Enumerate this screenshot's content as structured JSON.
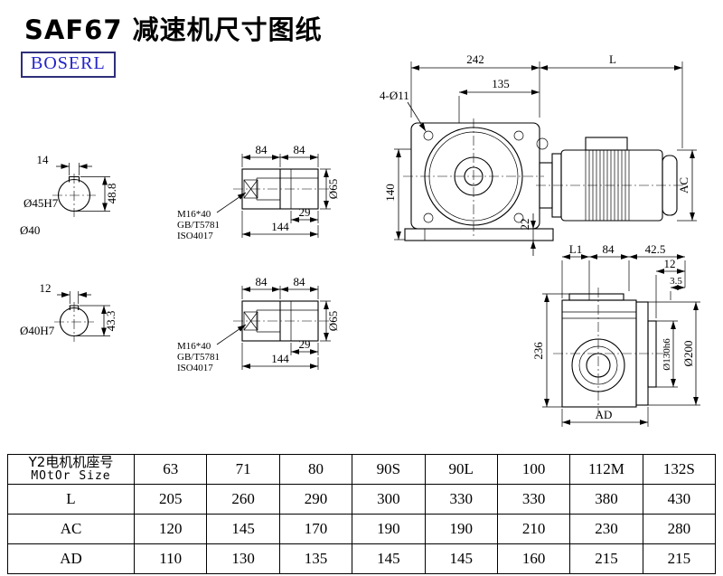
{
  "page": {
    "title": "SAF67 减速机尺寸图纸",
    "logo": "BOSERL"
  },
  "front_view": {
    "dim_width": "242",
    "dim_motor_len": "L",
    "dim_flange": "135",
    "bolt_note": "4-Ø11",
    "dim_height": "140",
    "dim_motor_dia": "AC",
    "dim_foot": "22"
  },
  "shaft_end_top": {
    "keyway_width": "14",
    "keyway_depth": "48.8",
    "bore": "Ø45H7",
    "alt_bore": "Ø40"
  },
  "shaft_end_bottom": {
    "keyway_width": "12",
    "keyway_depth": "43.3",
    "bore": "Ø40H7"
  },
  "hollow_shaft_top": {
    "dim_84a": "84",
    "dim_84b": "84",
    "dim_29": "29",
    "dim_144": "144",
    "dim_dia": "Ø65",
    "bolt_spec": "M16*40",
    "bolt_std1": "GB/T5781",
    "bolt_std2": "ISO4017"
  },
  "hollow_shaft_bottom": {
    "dim_84a": "84",
    "dim_84b": "84",
    "dim_29": "29",
    "dim_144": "144",
    "dim_dia": "Ø65",
    "bolt_spec": "M16*40",
    "bolt_std1": "GB/T5781",
    "bolt_std2": "ISO4017"
  },
  "side_view": {
    "dim_l1": "L1",
    "dim_84": "84",
    "dim_42_5": "42.5",
    "dim_12": "12",
    "dim_3_5": "3.5",
    "dim_height": "236",
    "dim_hub": "Ø130h6",
    "dim_flange": "Ø200",
    "dim_ad": "AD"
  },
  "table": {
    "header": {
      "line1": "Y2电机机座号",
      "line2": "MOtOr Size"
    },
    "columns": [
      "63",
      "71",
      "80",
      "90S",
      "90L",
      "100",
      "112M",
      "132S"
    ],
    "rows": [
      {
        "label": "L",
        "values": [
          "205",
          "260",
          "290",
          "300",
          "330",
          "330",
          "380",
          "430"
        ]
      },
      {
        "label": "AC",
        "values": [
          "120",
          "145",
          "170",
          "190",
          "190",
          "210",
          "230",
          "280"
        ]
      },
      {
        "label": "AD",
        "values": [
          "110",
          "130",
          "135",
          "145",
          "145",
          "160",
          "215",
          "215"
        ]
      }
    ]
  }
}
